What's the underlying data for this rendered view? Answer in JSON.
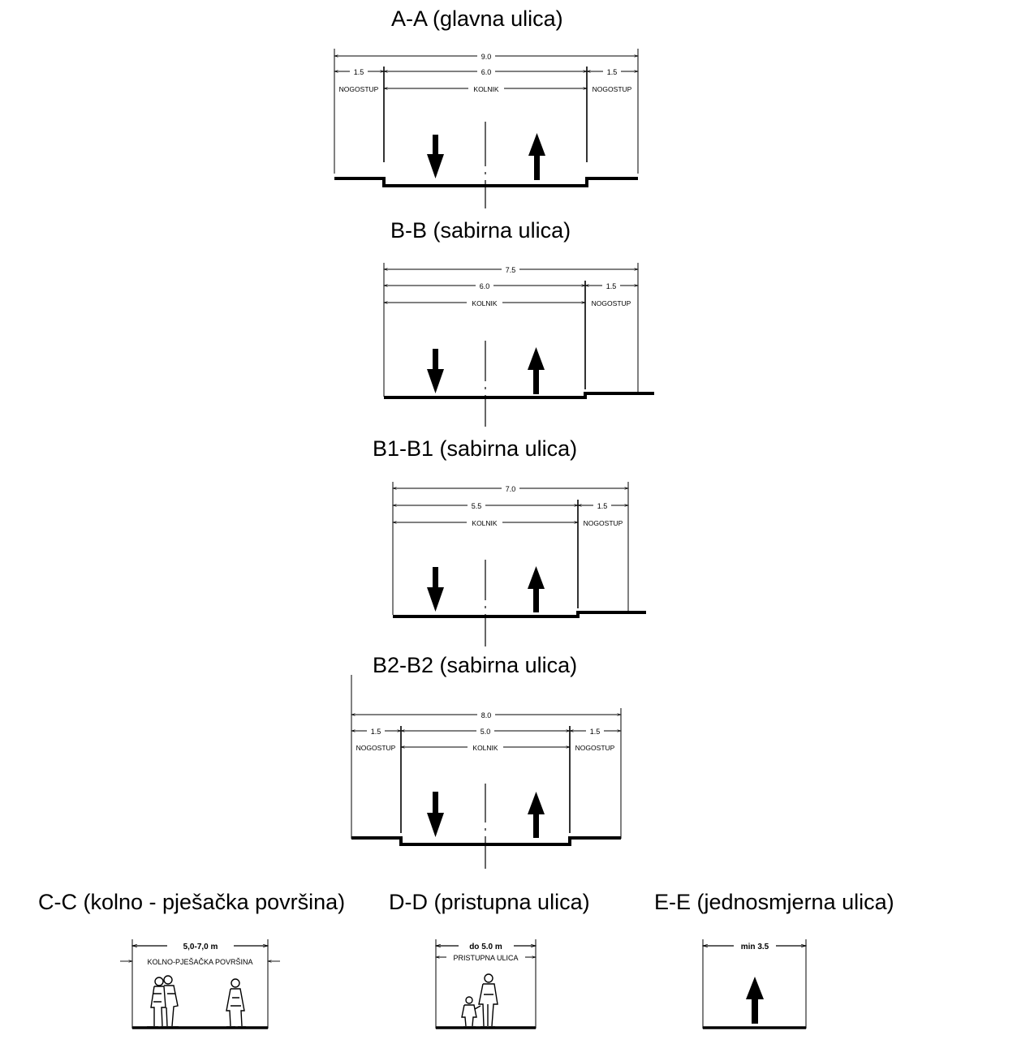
{
  "sections": [
    {
      "id": "a-a",
      "title": "A-A (glavna ulica)",
      "dims": {
        "total": "9.0",
        "left_walk": "1.5",
        "road": "6.0",
        "right_walk": "1.5"
      },
      "labels": {
        "left_walk": "NOGOSTUP",
        "road": "KOLNIK",
        "right_walk": "NOGOSTUP"
      }
    },
    {
      "id": "b-b",
      "title": "B-B (sabirna ulica)",
      "dims": {
        "total": "7.5",
        "road": "6.0",
        "right_walk": "1.5"
      },
      "labels": {
        "road": "KOLNIK",
        "right_walk": "NOGOSTUP"
      }
    },
    {
      "id": "b1-b1",
      "title": "B1-B1 (sabirna ulica)",
      "dims": {
        "total": "7.0",
        "road": "5.5",
        "right_walk": "1.5"
      },
      "labels": {
        "road": "KOLNIK",
        "right_walk": "NOGOSTUP"
      }
    },
    {
      "id": "b2-b2",
      "title": "B2-B2 (sabirna ulica)",
      "dims": {
        "total": "8.0",
        "left_walk": "1.5",
        "road": "5.0",
        "right_walk": "1.5"
      },
      "labels": {
        "left_walk": "NOGOSTUP",
        "road": "KOLNIK",
        "right_walk": "NOGOSTUP"
      }
    },
    {
      "id": "c-c",
      "title": "C-C (kolno - pješačka površina)",
      "dims": {
        "width": "5,0-7,0 m"
      },
      "labels": {
        "surface": "KOLNO-PJEŠAČKA POVRŠINA"
      }
    },
    {
      "id": "d-d",
      "title": "D-D (pristupna ulica)",
      "dims": {
        "width": "do 5.0 m"
      },
      "labels": {
        "surface": "PRISTUPNA ULICA"
      }
    },
    {
      "id": "e-e",
      "title": "E-E (jednosmjerna ulica)",
      "dims": {
        "width": "min 3.5"
      }
    }
  ]
}
